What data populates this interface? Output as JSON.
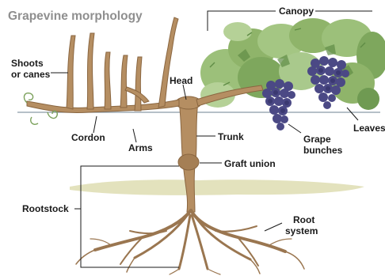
{
  "title": "Grapevine morphology",
  "labels": {
    "canopy": "Canopy",
    "shoots_line1": "Shoots",
    "shoots_line2": "or canes",
    "head": "Head",
    "cordon": "Cordon",
    "arms": "Arms",
    "trunk": "Trunk",
    "grape_line1": "Grape",
    "grape_line2": "bunches",
    "leaves": "Leaves",
    "graft_union": "Graft union",
    "rootstock": "Rootstock",
    "root_line1": "Root",
    "root_line2": "system"
  },
  "colors": {
    "wood": "#b58e62",
    "wood_dark": "#8a6640",
    "leaf": "#8fb46a",
    "leaf_dark": "#5f8c46",
    "grape": "#4b4985",
    "grape_dark": "#2e2d62",
    "ground": "#e3e2bd",
    "wire": "#8a9aa6"
  }
}
